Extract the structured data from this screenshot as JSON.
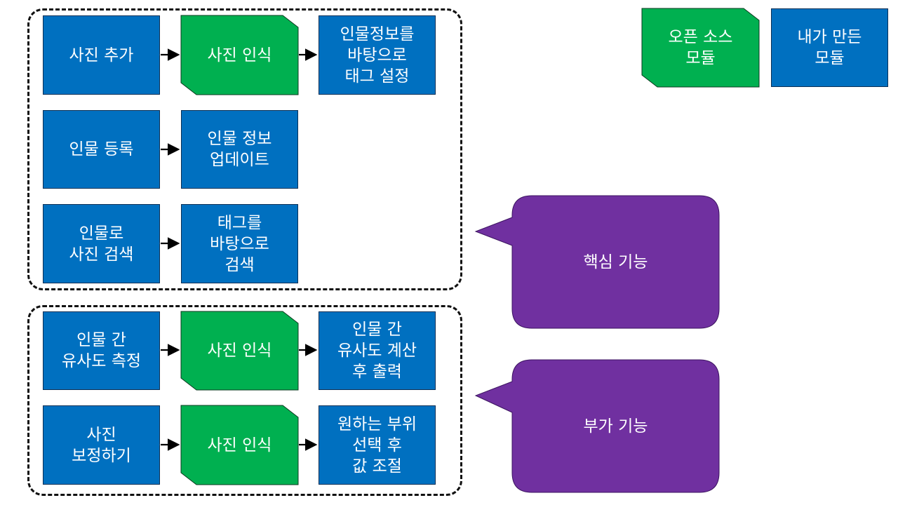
{
  "colors": {
    "blue_module": "#0070c0",
    "green_module": "#00b050",
    "callout": "#7030a0",
    "border": "#111111"
  },
  "legend": {
    "open_source": "오픈 소스\n모듈",
    "my_module": "내가 만든\n모듈"
  },
  "core": {
    "row1": {
      "a": "사진 추가",
      "b": "사진 인식",
      "c": "인물정보를\n바탕으로\n태그 설정"
    },
    "row2": {
      "a": "인물 등록",
      "b": "인물 정보\n업데이트"
    },
    "row3": {
      "a": "인물로\n사진 검색",
      "b": "태그를\n바탕으로\n검색"
    },
    "callout": "핵심 기능"
  },
  "extra": {
    "row1": {
      "a": "인물 간\n유사도 측정",
      "b": "사진 인식",
      "c": "인물 간\n유사도 계산\n후 출력"
    },
    "row2": {
      "a": "사진\n보정하기",
      "b": "사진 인식",
      "c": "원하는 부위\n선택 후\n값 조절"
    },
    "callout": "부가 기능"
  }
}
